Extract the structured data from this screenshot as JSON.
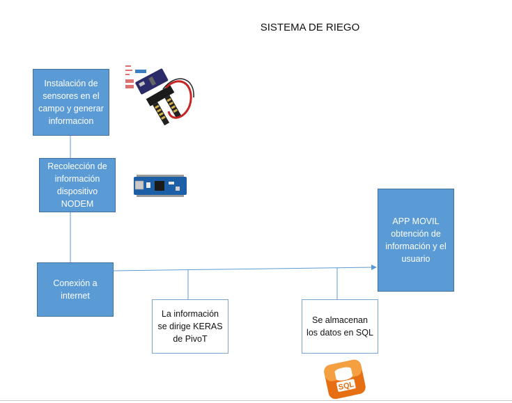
{
  "title": "SISTEMA DE RIEGO",
  "nodes": {
    "sensors": "Instalación de\nsensores en el\ncampo y generar\ninformacion",
    "collection": "Recolección de\ninformación\ndispositivo\nNODEM",
    "internet": "Conexión a\ninternet",
    "app": "APP MOVIL\nobtención de\ninformación y el\nusuario",
    "keras": "La información\nse dirige KERAS\nde PivoT",
    "sql": "Se almacenan\nlos datos en SQL"
  },
  "images": {
    "sensor": "soil-moisture-sensor-image",
    "board": "arduino-nano-board-image",
    "sql_logo": "sql-database-logo"
  },
  "sql_logo_text": "SQL",
  "colors": {
    "box_fill": "#5b9bd5",
    "box_border": "#41719c",
    "line": "#5b9bd5",
    "sql_orange": "#f07d1a"
  }
}
